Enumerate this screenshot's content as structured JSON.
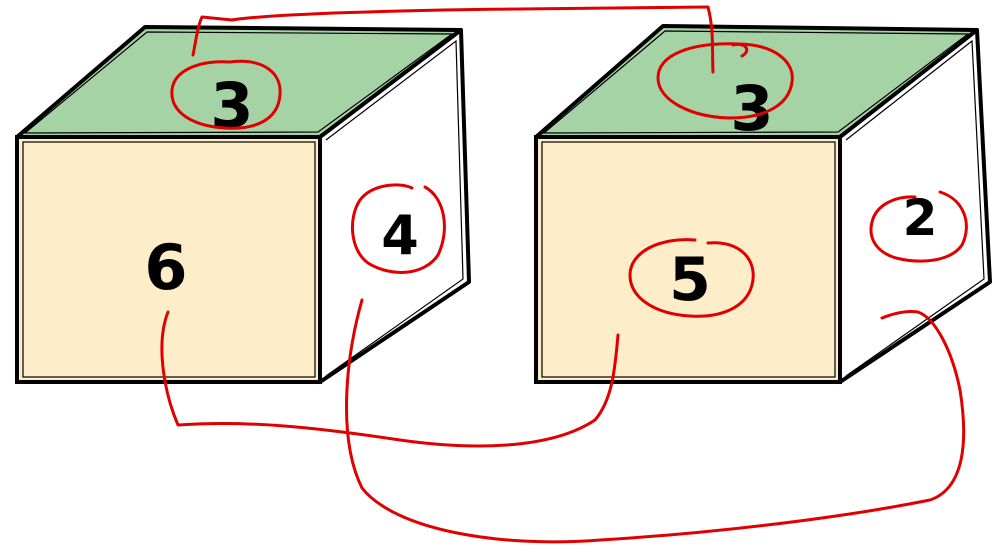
{
  "cubes": [
    {
      "top": "3",
      "front": "6",
      "side": "4"
    },
    {
      "top": "3",
      "front": "5",
      "side": "2"
    }
  ],
  "colors": {
    "top_face": "#a6d3a6",
    "front_face": "#fdedc8",
    "side_face": "#ffffff",
    "edge": "#000000",
    "annotation": "#e00000"
  }
}
